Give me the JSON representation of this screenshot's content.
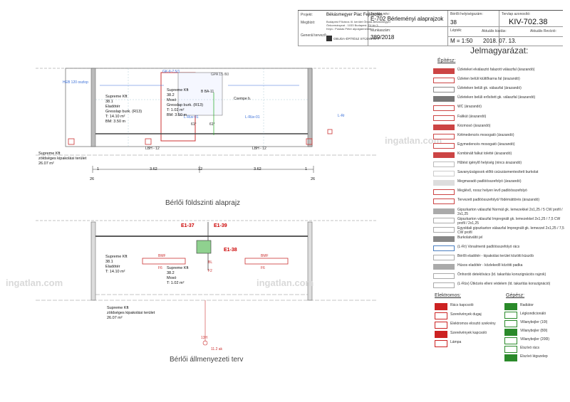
{
  "titleblock": {
    "project_label": "Projekt:",
    "project": "Békásmegyer Piac Fejlesztés",
    "client_label": "Megbízó:",
    "client_lines": [
      "Budapest Főváros III. kerület Óbuda-Békásmegyer",
      "Önkormányzat - 1033 Budapest, Fő tér 3.",
      "Képv.: Puskás Péter alpolgármester"
    ],
    "designer_label": "Generál tervező:",
    "designer": "OBUDA-ÉPÍTÉSZ STÚDIÓ KFT",
    "drawing_label": "Tervlap név:",
    "drawing": "É-702 Bérleményi alaprajzok",
    "job_label": "Munkaszám:",
    "job": "389/2018",
    "lessee_label": "Bérlői helyiségszám:",
    "lessee": "38",
    "scale_label": "Lépték:",
    "scale": "M = 1:50",
    "date_label": "Aktuális kiadás:",
    "date": "2018. 07. 13.",
    "sheet_label": "Tervlap azonosító:",
    "sheet": "KIV-702.38",
    "rev_label": "Aktuális Revízió:"
  },
  "legend": {
    "title": "Jelmagyarázat:",
    "arch_title": "Építész:",
    "arch_items": [
      {
        "text": "Üzleteket elválasztó falazott válaszfal (árazandó)",
        "color": "#c44"
      },
      {
        "text": "Üzleten belüli kiültőkarna fal (árazandó)",
        "color": "#c44"
      },
      {
        "text": "Üzleteken belüli gk. válaszfal (árazandó)",
        "color": "#888"
      },
      {
        "text": "Üzleteken belüli erősített gk. válaszfal (árazandó)",
        "color": "#777"
      },
      {
        "text": "WC (árazandó)",
        "color": "#c44"
      },
      {
        "text": "Falikút (árazandó)",
        "color": "#c44"
      },
      {
        "text": "Kézmosó (árazandó)",
        "color": "#c44"
      },
      {
        "text": "Kétmedencés mosogató (árazandó)",
        "color": "#c44"
      },
      {
        "text": "Egymedencés mosogató (árazandó)",
        "color": "#c44"
      },
      {
        "text": "Kombinált falkut toletté (árazandó)",
        "color": "#c44"
      },
      {
        "text": "Hűtést igénylő helyiség (nincs árazandó)",
        "color": "#bbb"
      },
      {
        "text": "Savanyúságosok előtti csúszásmentesített burkolat",
        "color": "#ccc"
      },
      {
        "text": "Megmaradó padlóösszefolyó (árazandó)",
        "color": "#ddd"
      },
      {
        "text": "Meglévő, roosz helyen levő padlóösszefolyó",
        "color": "#c44"
      },
      {
        "text": "Tervezett padlóösszefolyó/ födémáttörés (árazandó)",
        "color": "#c44"
      },
      {
        "text": "Gipszkarton válaszfal Normál gk. lemezekkel 2x1,25 / 5 CW profil / 2x1,25",
        "color": "#aaa"
      },
      {
        "text": "Gipszkarton válaszfal Impregnált gk. lemezekkel 2x1,25 / 7,5 CW profil / 2x1,25",
        "color": "#aaa"
      },
      {
        "text": "Egyoldali gipszkarton válaszfal Impregnált gk. lemezzel 2x1,25 / 7,5 CW profil",
        "color": "#aaa"
      },
      {
        "text": "Burkolatváltó jel",
        "color": "#888"
      },
      {
        "text": "(L-Rr) Vonalmenti padlóösszefolyó rács",
        "color": "#4a7fc1"
      },
      {
        "text": "Bérlői eladótér - kipakolási terület közötti küszöb",
        "color": "#aaa"
      },
      {
        "text": "Húsos eladótér - közlekedő közötti padka",
        "color": "#aaa"
      },
      {
        "text": "Önhordó detektívács (ld. takarítás konszignációs rajzok)",
        "color": "#aaa"
      },
      {
        "text": "(L-Rüv) Ütközés elleni védelem (ld. takarítás konszignáció)",
        "color": "#aaa"
      }
    ],
    "elec_title": "Elektromos:",
    "elec_items": [
      {
        "text": "Rács kapcsoló",
        "color": "#c22"
      },
      {
        "text": "Szerelvények dugaj",
        "color": "#c22"
      },
      {
        "text": "Elektromos elosztó szekrény",
        "color": "#c22"
      },
      {
        "text": "Szerelvények kapcsoló",
        "color": "#c22"
      },
      {
        "text": "Lámpa",
        "color": "#c22"
      }
    ],
    "mech_title": "Gépész:",
    "mech_items": [
      {
        "text": "Radiátor",
        "color": "#2a8a2a"
      },
      {
        "text": "Légkondicionáló",
        "color": "#2a8a2a"
      },
      {
        "text": "Villanybojler (10l)",
        "color": "#2a8a2a"
      },
      {
        "text": "Villanybojler (80l)",
        "color": "#2a8a2a"
      },
      {
        "text": "Villanybojler (200l)",
        "color": "#2a8a2a"
      },
      {
        "text": "Elszívó rács",
        "color": "#2a8a2a"
      },
      {
        "text": "Elszívó légszelep",
        "color": "#2a8a2a"
      }
    ]
  },
  "plan1": {
    "caption": "Bérlői földszinti alaprajz",
    "rooms": [
      {
        "lines": [
          "Supreme Kft",
          "38.1",
          "Eladótér",
          "Gresslap burk. (R13)",
          "T: 14.10 m²",
          "BM: 3.50 m"
        ]
      },
      {
        "lines": [
          "Supreme Kft",
          "38.2",
          "Mosó",
          "Gresslap burk. (R13)",
          "T: 1.02 m²",
          "BM: 3.50 m"
        ]
      },
      {
        "lines": [
          "Supreme Kft",
          "zöldséges kipakolási terület",
          "26.07 m²"
        ]
      }
    ],
    "dims": [
      "1",
      "3.62",
      "12",
      "3.62",
      "1",
      "26",
      "26"
    ],
    "labels": [
      "HEB 120 oszlop",
      "GK-II-7,5/1",
      "GPA 15 /60",
      "L-Rüv-01",
      "L-Rüv-01",
      "L-Rr",
      "61°",
      "61°",
      "LBH - 12",
      "LBH - 12",
      "B BA-11",
      "Csempe b."
    ]
  },
  "plan2": {
    "caption": "Bérlői állmenyezeti terv",
    "rooms": [
      {
        "lines": [
          "Supreme Kft",
          "38.1",
          "Eladótér",
          "T: 14.10 m²"
        ]
      },
      {
        "lines": [
          "Supreme Kft",
          "38.2",
          "Mosó",
          "T: 1.02 m²"
        ]
      },
      {
        "lines": [
          "Supreme Kft",
          "zöldséges kipakolási terület",
          "26.07 m²"
        ]
      }
    ],
    "tags": [
      "E1-37",
      "E1-39",
      "E1-38"
    ],
    "lights": [
      "BMF",
      "F6",
      "BMF",
      "F6"
    ],
    "misc": [
      "BL",
      "F2",
      "13H",
      "11.2 ak"
    ]
  },
  "watermark": "ingatlan.com"
}
